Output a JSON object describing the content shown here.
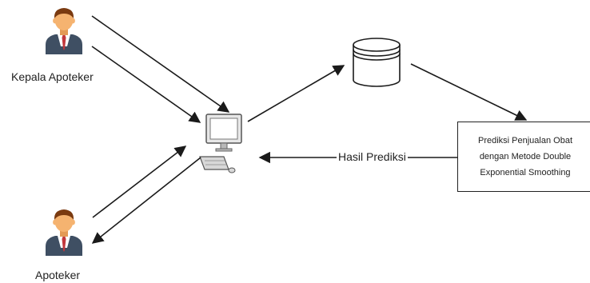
{
  "actors": {
    "kepala": {
      "label": "Kepala Apoteker",
      "icon": "user-icon"
    },
    "apoteker": {
      "label": "Apoteker",
      "icon": "user-icon"
    }
  },
  "computer": {
    "icon": "computer-icon"
  },
  "database": {
    "icon": "database-icon"
  },
  "process": {
    "lines": [
      "Prediksi Penjualan Obat",
      "dengan Metode Double",
      "Exponential Smoothing"
    ]
  },
  "edges": {
    "hasil_label": "Hasil Prediksi"
  },
  "colors": {
    "skin": "#F5B370",
    "hair": "#7A3A10",
    "suit": "#3F4F63",
    "shirt": "#FFFFFF",
    "tie": "#C2373C",
    "line": "#1a1a1a"
  }
}
